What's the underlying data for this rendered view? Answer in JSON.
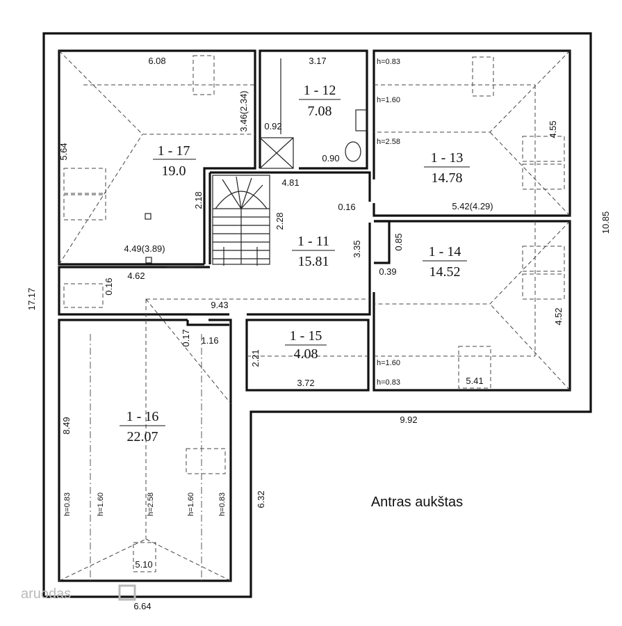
{
  "floor_label": "Antras aukštas",
  "watermark": "aruodas",
  "rooms": {
    "r17": {
      "id": "1 - 17",
      "area": "19.0"
    },
    "r12": {
      "id": "1 - 12",
      "area": "7.08"
    },
    "r13": {
      "id": "1 - 13",
      "area": "14.78"
    },
    "r11": {
      "id": "1 - 11",
      "area": "15.81"
    },
    "r14": {
      "id": "1 - 14",
      "area": "14.52"
    },
    "r15": {
      "id": "1 - 15",
      "area": "4.08"
    },
    "r16": {
      "id": "1 - 16",
      "area": "22.07"
    }
  },
  "dims": {
    "outer_height": "17.17",
    "outer_right": "10.85",
    "bottom_left": "6.64",
    "inner_step_height": "6.32",
    "inner_step_width": "9.92",
    "r17_top": "6.08",
    "r17_left": "5.64",
    "r17_right": "3.46(2.34)",
    "r17_bottom": "4.49(3.89)",
    "r17_stair": "2.18",
    "r12_top": "3.17",
    "r12_shower": "0.92",
    "r12_wc": "0.90",
    "r11_top": "4.81",
    "r11_stair": "2.28",
    "r11_right": "3.35",
    "r11_door": "0.16",
    "r13_width": "5.42(4.29)",
    "r13_right": "4.55",
    "r14_closet_h": "0.85",
    "r14_closet_w": "0.39",
    "r14_right": "4.52",
    "r14_bottom": "5.41",
    "corridor_small": "4.62",
    "corridor_wall": "0.16",
    "corridor_long": "9.43",
    "r16_wall_a": "0.17",
    "r16_wall_b": "1.16",
    "r16_left": "8.49",
    "r16_bottom": "5.10",
    "r15_left": "2.21",
    "r15_bottom": "3.72"
  },
  "heights": {
    "h083": "h=0.83",
    "h160": "h=1.60",
    "h258": "h=2.58"
  }
}
